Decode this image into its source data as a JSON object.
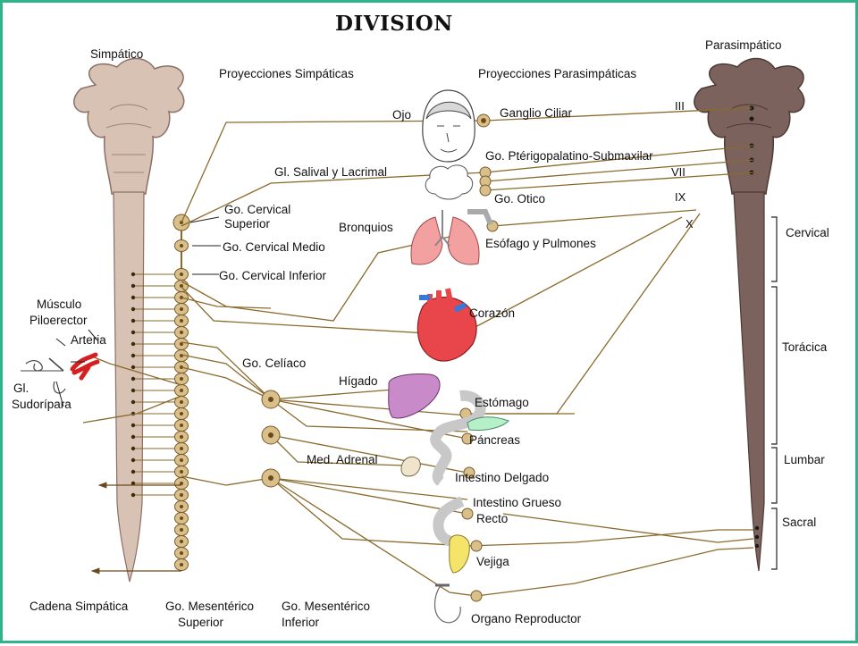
{
  "title": "DIVISION",
  "headers": {
    "simpatico": "Simpático",
    "parasimpatico": "Parasimpático",
    "proy_simpaticas": "Proyecciones Simpáticas",
    "proy_parasimpaticas": "Proyecciones Parasimpáticas"
  },
  "ganglia": {
    "cervical_superior_1": "Go. Cervical",
    "cervical_superior_2": "Superior",
    "cervical_medio": "Go. Cervical Medio",
    "cervical_inferior": "Go. Cervical Inferior",
    "celiaco": "Go. Celíaco",
    "mes_sup_1": "Go. Mesentérico",
    "mes_sup_2": "Superior",
    "mes_inf_1": "Go. Mesentérico",
    "mes_inf_2": "Inferior",
    "ciliar": "Ganglio Ciliar",
    "pterigo": "Go. Ptérigopalatino-Submaxilar",
    "otico": "Go. Otico"
  },
  "organs": {
    "ojo": "Ojo",
    "salival": "Gl. Salival y Lacrimal",
    "bronquios": "Bronquios",
    "esofago": "Esófago y Pulmones",
    "corazon": "Corazón",
    "higado": "Hígado",
    "estomago": "Estómago",
    "pancreas": "Páncreas",
    "adrenal": "Med. Adrenal",
    "int_delgado": "Intestino Delgado",
    "int_grueso": "Intestino Grueso",
    "recto": "Recto",
    "vejiga": "Vejiga",
    "reproductor": "Organo Reproductor"
  },
  "skin": {
    "musculo_1": "Músculo",
    "musculo_2": "Piloerector",
    "arteria": "Arteria",
    "glandula_1": "Gl.",
    "glandula_2": "Sudorípara"
  },
  "cadena": "Cadena Simpática",
  "cranial_nerves": [
    "III",
    "VII",
    "IX",
    "X"
  ],
  "regions": [
    "Cervical",
    "Torácica",
    "Lumbar",
    "Sacral"
  ],
  "colors": {
    "border": "#2eb38a",
    "nerve_line": "#8a6a2c",
    "ganglion": "#d9c08a",
    "brain_sympathetic": "#d8c2b4",
    "brain_parasympathetic": "#7b625c",
    "heart": "#e8464a",
    "liver": "#c98ac9",
    "lungs": "#f2a0a0",
    "pancreas": "#b6f0c8",
    "bladder": "#f4e46a",
    "artery": "#d42020"
  }
}
